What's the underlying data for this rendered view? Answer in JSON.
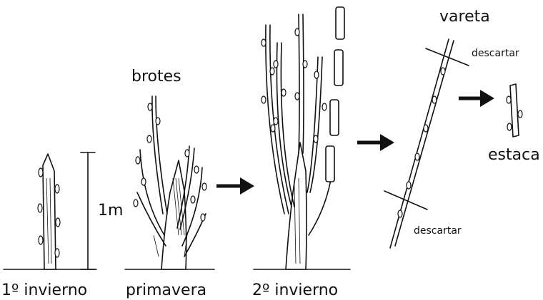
{
  "stages": [
    {
      "id": "first-winter",
      "label": "1º invierno"
    },
    {
      "id": "spring",
      "label": "primavera"
    },
    {
      "id": "second-winter",
      "label": "2º invierno"
    }
  ],
  "annotations": {
    "shoots": "brotes",
    "height": "1m",
    "rod": "vareta",
    "discard_top": "descartar",
    "discard_bottom": "descartar",
    "cutting": "estaca"
  }
}
